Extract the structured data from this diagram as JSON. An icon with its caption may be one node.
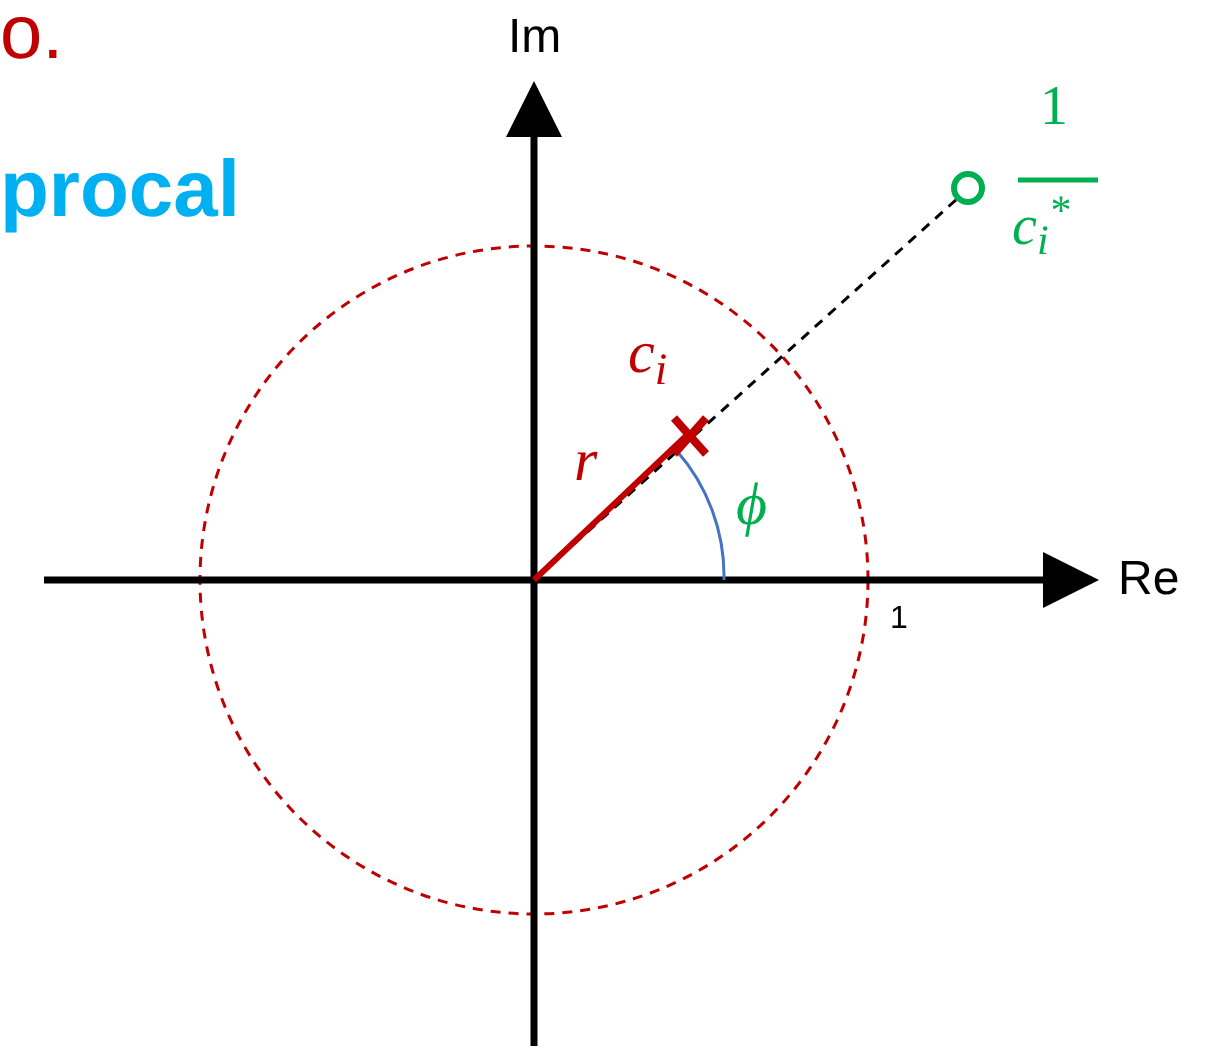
{
  "diagram": {
    "labels": [
      "o.",
      "procal",
      "Im",
      "1",
      "c$_{i}$$^{*}$",
      "c$_{i}$",
      "r",
      "ϕ",
      "Re",
      "1"
    ]
  }
}
